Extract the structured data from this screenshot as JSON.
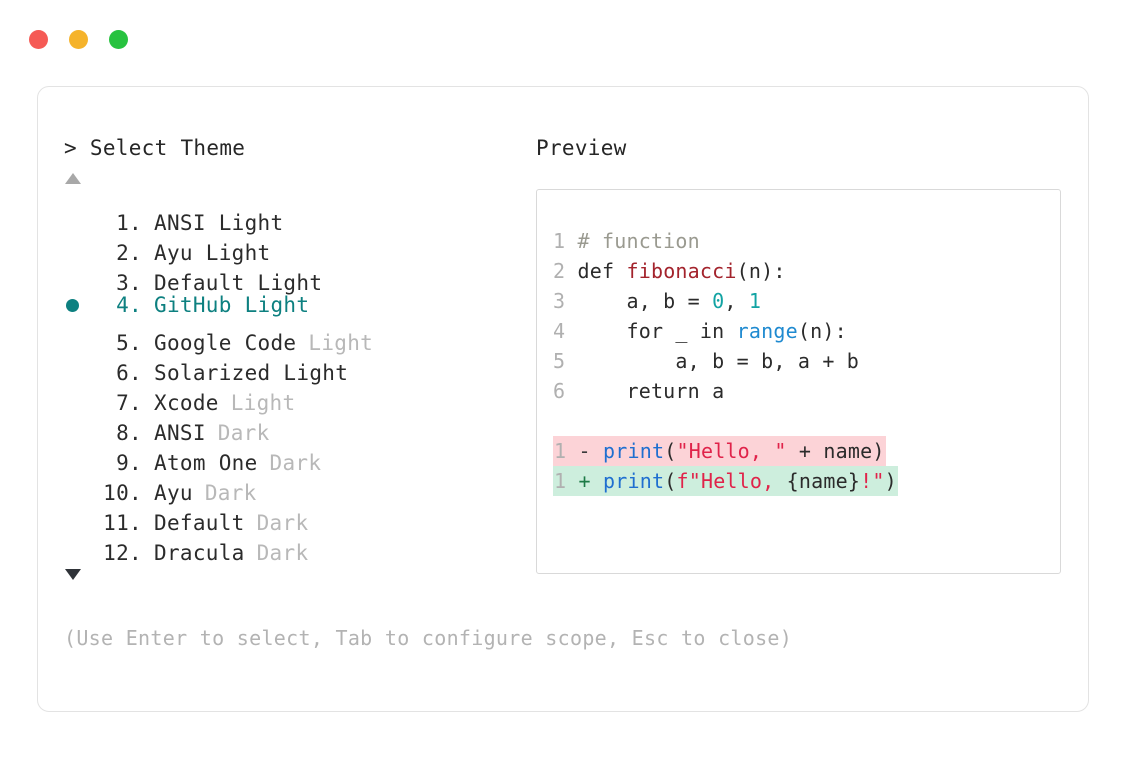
{
  "window": {
    "traffic_lights": [
      {
        "name": "close",
        "color": "#f55a55"
      },
      {
        "name": "minimize",
        "color": "#f5b32b"
      },
      {
        "name": "maximize",
        "color": "#27c23f"
      }
    ]
  },
  "picker": {
    "prompt": "> Select Theme",
    "scroll_up_icon": "triangle-up-icon",
    "scroll_down_icon": "triangle-down-icon",
    "selected_index": 4,
    "accent_color": "#0d8080",
    "items": [
      {
        "index": "1.",
        "name": "ANSI Light",
        "variant": "",
        "selected": false
      },
      {
        "index": "2.",
        "name": "Ayu Light",
        "variant": "",
        "selected": false
      },
      {
        "index": "3.",
        "name": "Default Light",
        "variant": "",
        "selected": false
      },
      {
        "index": "4.",
        "name": "GitHub Light",
        "variant": "",
        "selected": true
      },
      {
        "index": "5.",
        "name": "Google Code",
        "variant": "Light",
        "selected": false
      },
      {
        "index": "6.",
        "name": "Solarized Light",
        "variant": "",
        "selected": false
      },
      {
        "index": "7.",
        "name": "Xcode",
        "variant": "Light",
        "selected": false
      },
      {
        "index": "8.",
        "name": "ANSI",
        "variant": "Dark",
        "selected": false
      },
      {
        "index": "9.",
        "name": "Atom One",
        "variant": "Dark",
        "selected": false
      },
      {
        "index": "10.",
        "name": "Ayu",
        "variant": "Dark",
        "selected": false
      },
      {
        "index": "11.",
        "name": "Default",
        "variant": "Dark",
        "selected": false
      },
      {
        "index": "12.",
        "name": "Dracula",
        "variant": "Dark",
        "selected": false
      }
    ],
    "hint": "(Use Enter to select, Tab to configure scope, Esc to close)"
  },
  "preview": {
    "label": "Preview",
    "code_lines": [
      {
        "ln": "1",
        "text": "# function"
      },
      {
        "ln": "2",
        "text": "def fibonacci(n):"
      },
      {
        "ln": "3",
        "text": "    a, b = 0, 1"
      },
      {
        "ln": "4",
        "text": "    for _ in range(n):"
      },
      {
        "ln": "5",
        "text": "        a, b = b, a + b"
      },
      {
        "ln": "6",
        "text": "    return a"
      }
    ],
    "code_tokens": {
      "l1_comment": "# function",
      "l2_def": "def ",
      "l2_func": "fibonacci",
      "l2_rest": "(n):",
      "l3_pre": "    a, b = ",
      "l3_num0": "0",
      "l3_mid": ", ",
      "l3_num1": "1",
      "l4_pre": "    for _ in ",
      "l4_builtin": "range",
      "l4_rest": "(n):",
      "l5_text": "        a, b = b, a + b",
      "l6_text": "    return a"
    },
    "diff": [
      {
        "ln": "1",
        "sign": "-",
        "kind": "removed",
        "bg": "#fcd3d7",
        "text": "print(\"Hello, \" + name)",
        "tokens": {
          "call": "print",
          "open": "(",
          "str": "\"Hello, \"",
          "rest": " + name)"
        }
      },
      {
        "ln": "1",
        "sign": "+",
        "kind": "added",
        "bg": "#cdeedd",
        "text": "print(f\"Hello, {name}!\")",
        "tokens": {
          "call": "print",
          "open": "(",
          "str": "f\"Hello, ",
          "mid": "{name}",
          "str_end": "!\"",
          "rest": ")"
        }
      }
    ]
  }
}
